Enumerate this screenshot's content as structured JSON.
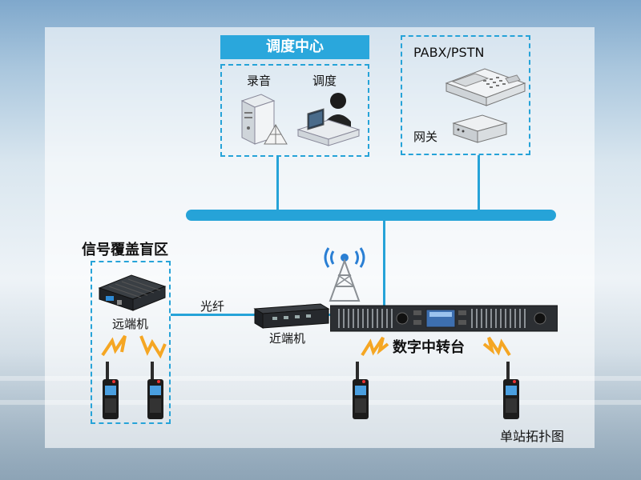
{
  "dispatch_center": {
    "title": "调度中心",
    "recording_label": "录音",
    "dispatch_label": "调度"
  },
  "pabx": {
    "title": "PABX/PSTN",
    "gateway_label": "网关"
  },
  "coverage_area": {
    "title": "信号覆盖盲区",
    "remote_unit_label": "远端机"
  },
  "fiber_label": "光纤",
  "near_unit_label": "近端机",
  "repeater_label": "数字中转台",
  "caption": "单站拓扑图",
  "icons": {
    "server": "server-icon",
    "dispatcher": "dispatcher-workstation-icon",
    "phone": "desk-phone-icon",
    "gateway": "gateway-device-icon",
    "remote_unit": "remote-unit-device-icon",
    "near_unit": "near-unit-device-icon",
    "repeater": "rack-repeater-icon",
    "antenna": "antenna-tower-icon",
    "radio": "handheld-radio-icon",
    "signal": "lightning-signal-icon"
  },
  "colors": {
    "accent": "#26a3d8",
    "signal": "#f5a623"
  }
}
